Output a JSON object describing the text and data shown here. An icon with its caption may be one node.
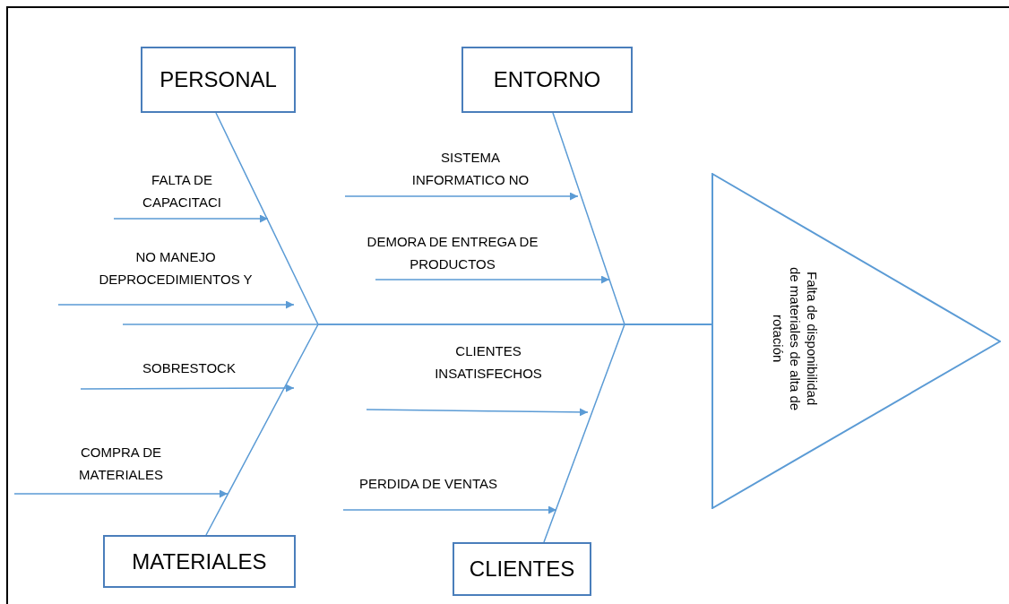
{
  "diagram": {
    "nodes": [
      {
        "text": [
          "PERSONAL"
        ]
      },
      {
        "text": [
          "ENTORNO"
        ]
      },
      {
        "text": [
          "MATERIALES"
        ]
      },
      {
        "text": [
          "CLIENTES"
        ]
      },
      {
        "text": [
          "Falta de disponibilidad de materiales de alta de rotación"
        ]
      },
      {
        "text": [
          "FALTA DE CAPACITACI"
        ]
      },
      {
        "text": [
          "NO MANEJO DEPROCEDIMIENTOS Y"
        ]
      },
      {
        "text": [
          "SOBRESTOCK"
        ]
      },
      {
        "text": [
          "COMPRA DE MATERIALES"
        ]
      },
      {
        "text": [
          "SISTEMA INFORMATICO NO"
        ]
      },
      {
        "text": [
          "DEMORA DE ENTREGA DE PRODUCTOS"
        ]
      },
      {
        "text": [
          "CLIENTES INSATISFECHOS"
        ]
      },
      {
        "text": [
          "PERDIDA DE VENTAS"
        ]
      }
    ],
    "edges": [
      {
        "from": 0,
        "to": 4,
        "arrow": "none"
      },
      {
        "from": 1,
        "to": 4,
        "arrow": "none"
      },
      {
        "from": 2,
        "to": 4,
        "arrow": "none"
      },
      {
        "from": 3,
        "to": 4,
        "arrow": "none"
      },
      {
        "from": 5,
        "to": null,
        "arrow": "to"
      },
      {
        "from": 6,
        "to": null,
        "arrow": "to"
      },
      {
        "from": 7,
        "to": null,
        "arrow": "to"
      },
      {
        "from": 8,
        "to": null,
        "arrow": "to"
      },
      {
        "from": 9,
        "to": null,
        "arrow": "to"
      },
      {
        "from": 10,
        "to": null,
        "arrow": "to"
      },
      {
        "from": 11,
        "to": null,
        "arrow": "to"
      },
      {
        "from": 12,
        "to": null,
        "arrow": "to"
      }
    ]
  }
}
